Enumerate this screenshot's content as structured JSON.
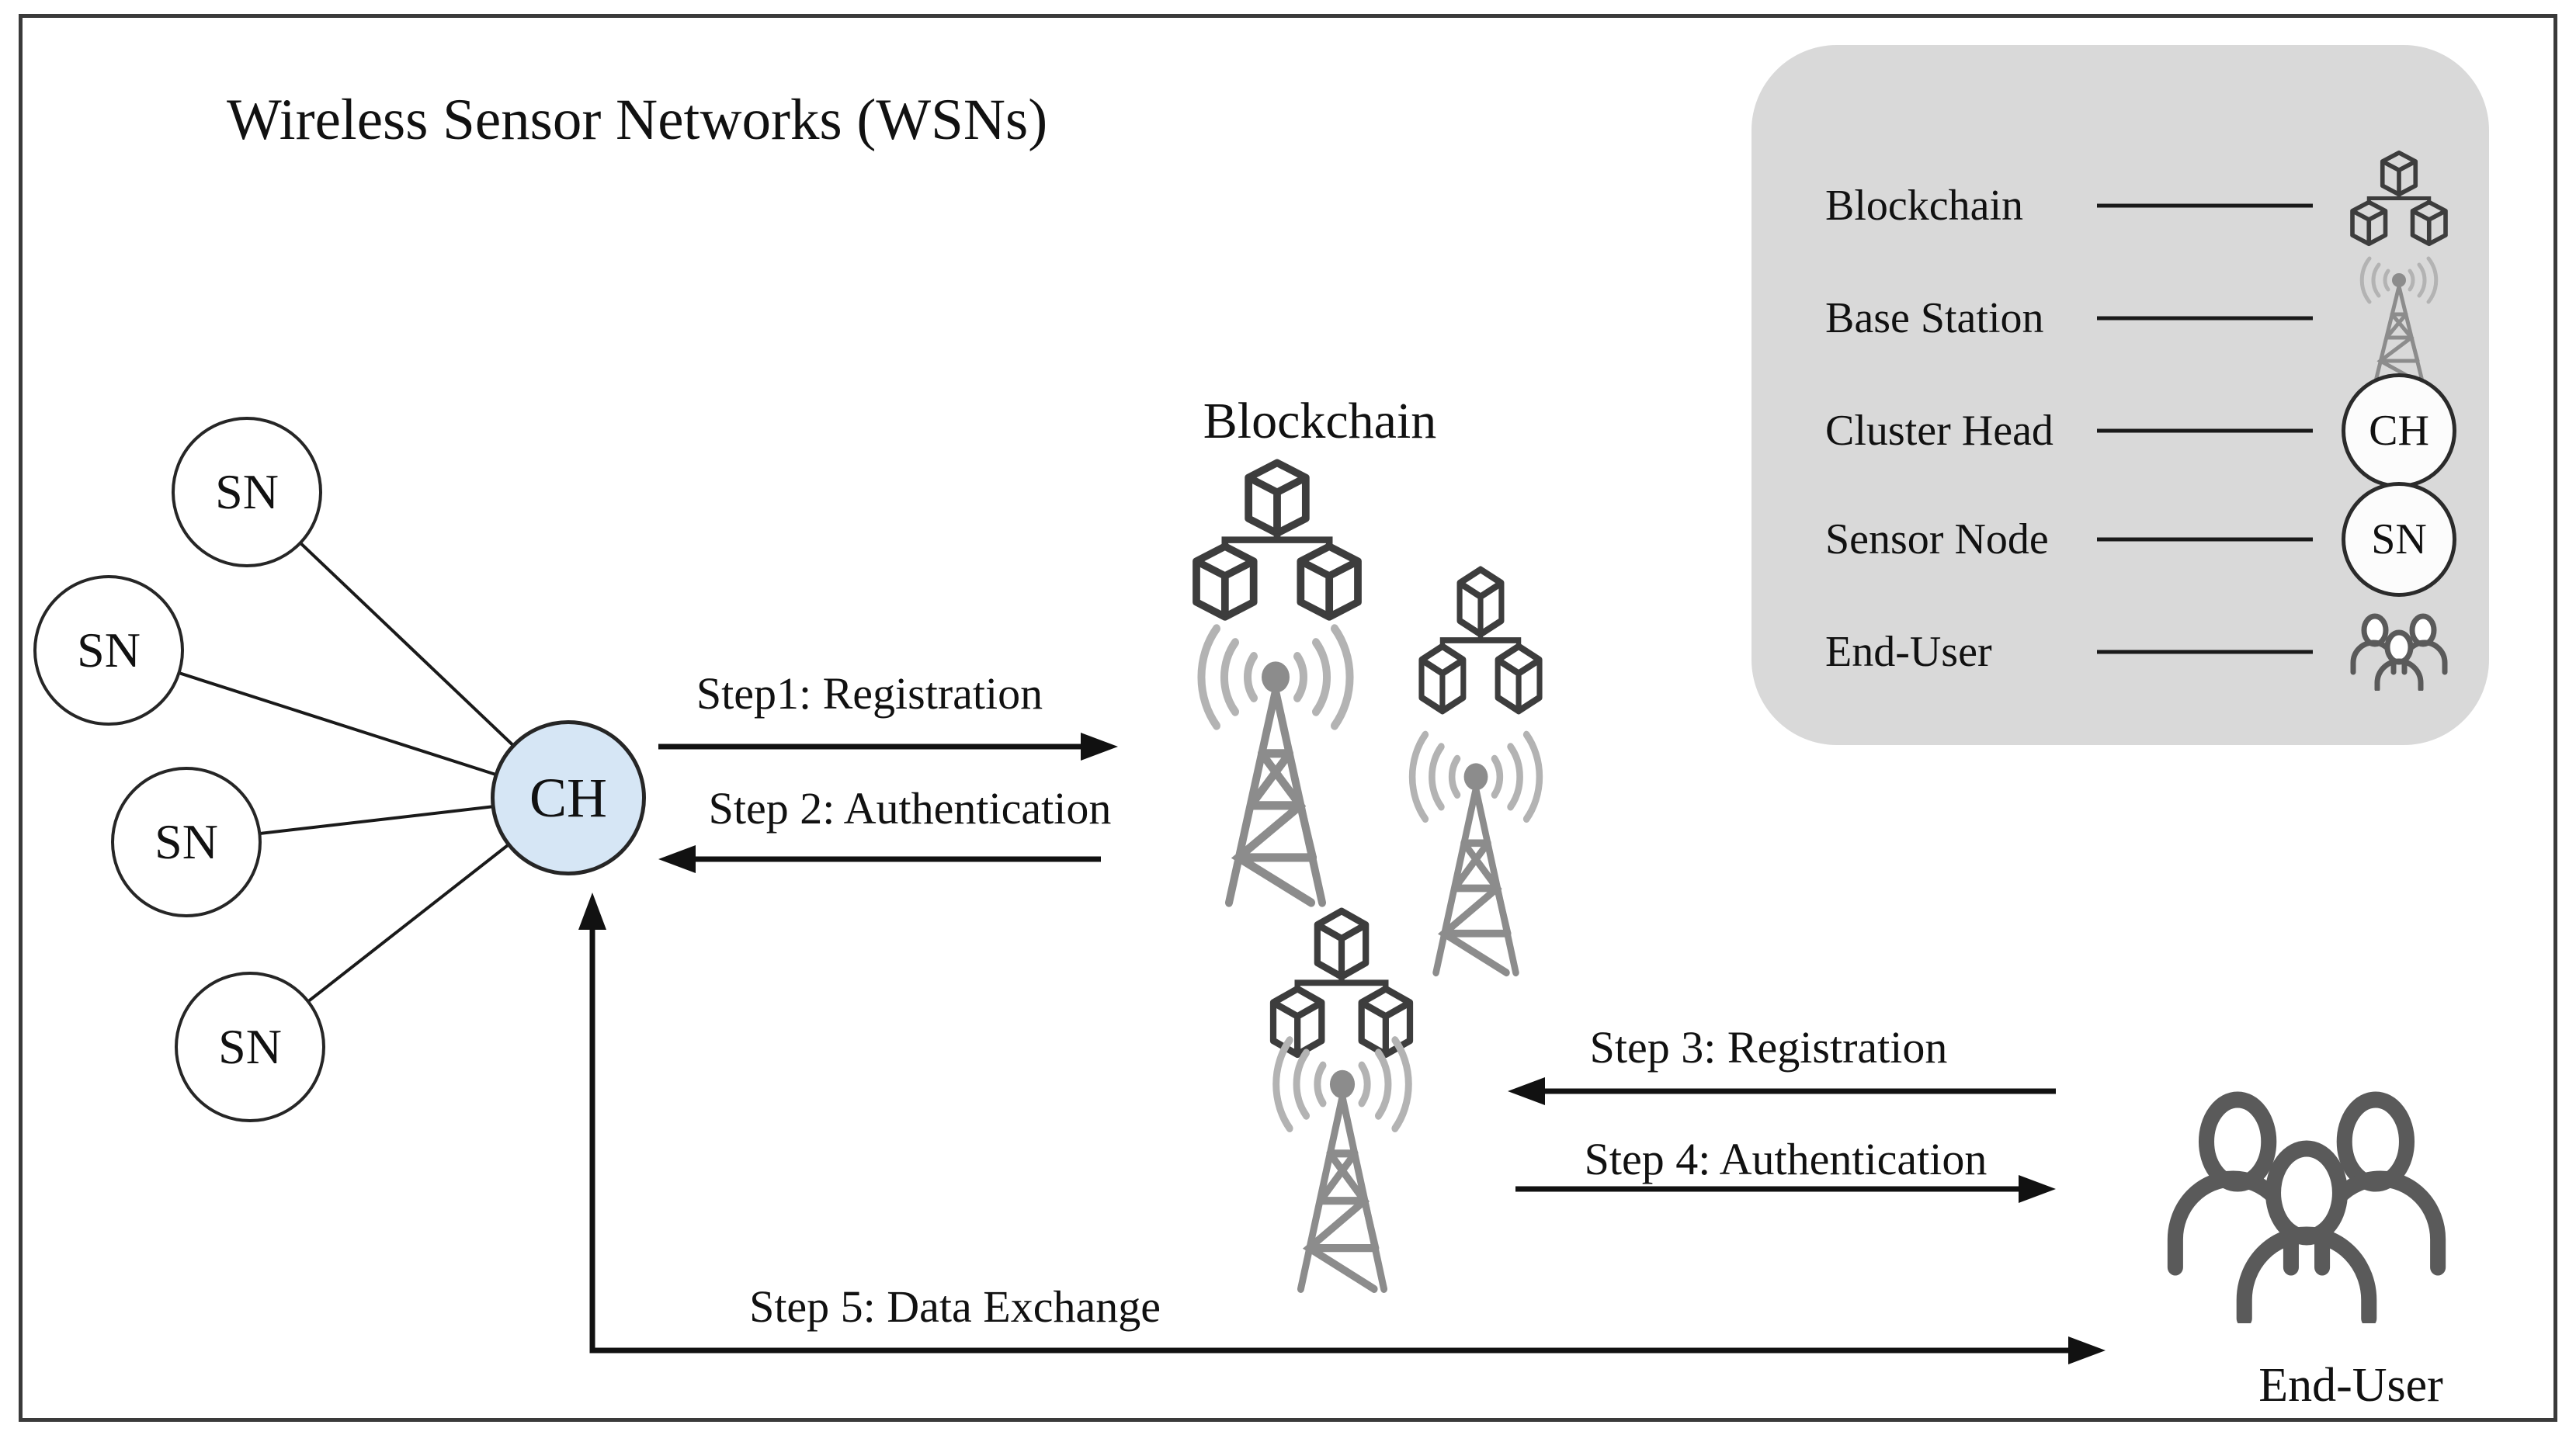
{
  "title": "Wireless Sensor Networks (WSNs)",
  "cluster": {
    "head_label": "CH",
    "sensor_nodes": [
      "SN",
      "SN",
      "SN",
      "SN"
    ]
  },
  "blockchain": {
    "label": "Blockchain"
  },
  "end_user": {
    "label": "End-User"
  },
  "steps": [
    {
      "id": 1,
      "label": "Step1: Registration",
      "from": "cluster-head",
      "to": "blockchain",
      "direction": "right"
    },
    {
      "id": 2,
      "label": "Step 2: Authentication",
      "from": "blockchain",
      "to": "cluster-head",
      "direction": "left"
    },
    {
      "id": 3,
      "label": "Step 3: Registration",
      "from": "end-user",
      "to": "blockchain",
      "direction": "left"
    },
    {
      "id": 4,
      "label": "Step 4: Authentication",
      "from": "blockchain",
      "to": "end-user",
      "direction": "right"
    },
    {
      "id": 5,
      "label": "Step 5: Data Exchange",
      "from": "end-user",
      "to": "cluster-head",
      "direction": "elbow-up-and-right"
    }
  ],
  "legend": {
    "items": [
      {
        "label": "Blockchain",
        "icon": "blockchain-cubes-icon"
      },
      {
        "label": "Base Station",
        "icon": "base-station-icon"
      },
      {
        "label": "Cluster Head",
        "icon": "cluster-head-icon",
        "icon_text": "CH"
      },
      {
        "label": "Sensor Node",
        "icon": "sensor-node-icon",
        "icon_text": "SN"
      },
      {
        "label": "End-User",
        "icon": "end-user-icon"
      }
    ]
  },
  "colors": {
    "cluster_head_fill": "#d6e6f5",
    "legend_background": "#d9d9d9",
    "tower_gray": "#8c8c8c",
    "wave_gray": "#b3b3b3",
    "people_gray": "#5a5a5a",
    "cube_outline": "#3d3d3d",
    "line_black": "#111111"
  }
}
